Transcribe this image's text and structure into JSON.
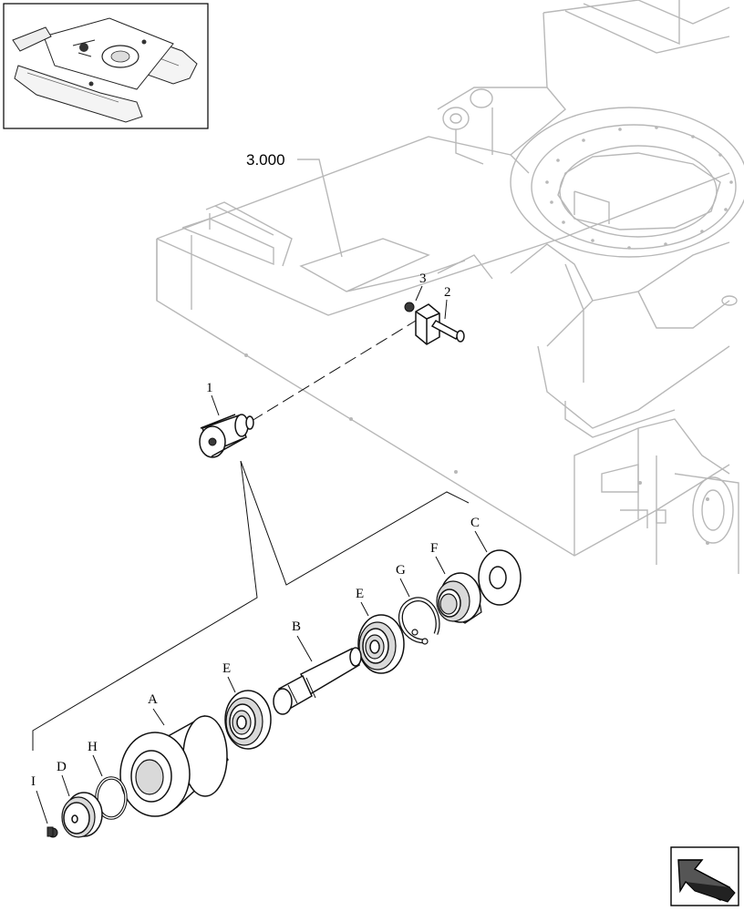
{
  "reference_label": "3.000",
  "parts": {
    "roller": "1",
    "bolt": "2",
    "nut": "3",
    "roller_body": "A",
    "shaft": "B",
    "washer": "C",
    "cap": "D",
    "bearing_lower": "E",
    "bearing_upper": "E",
    "collar": "F",
    "snap_ring": "G",
    "o_ring": "H",
    "plug": "I"
  },
  "icons": {
    "thumbnail": "excavator-undercarriage-thumbnail-icon",
    "navigation": "next-page-arrow-icon"
  }
}
